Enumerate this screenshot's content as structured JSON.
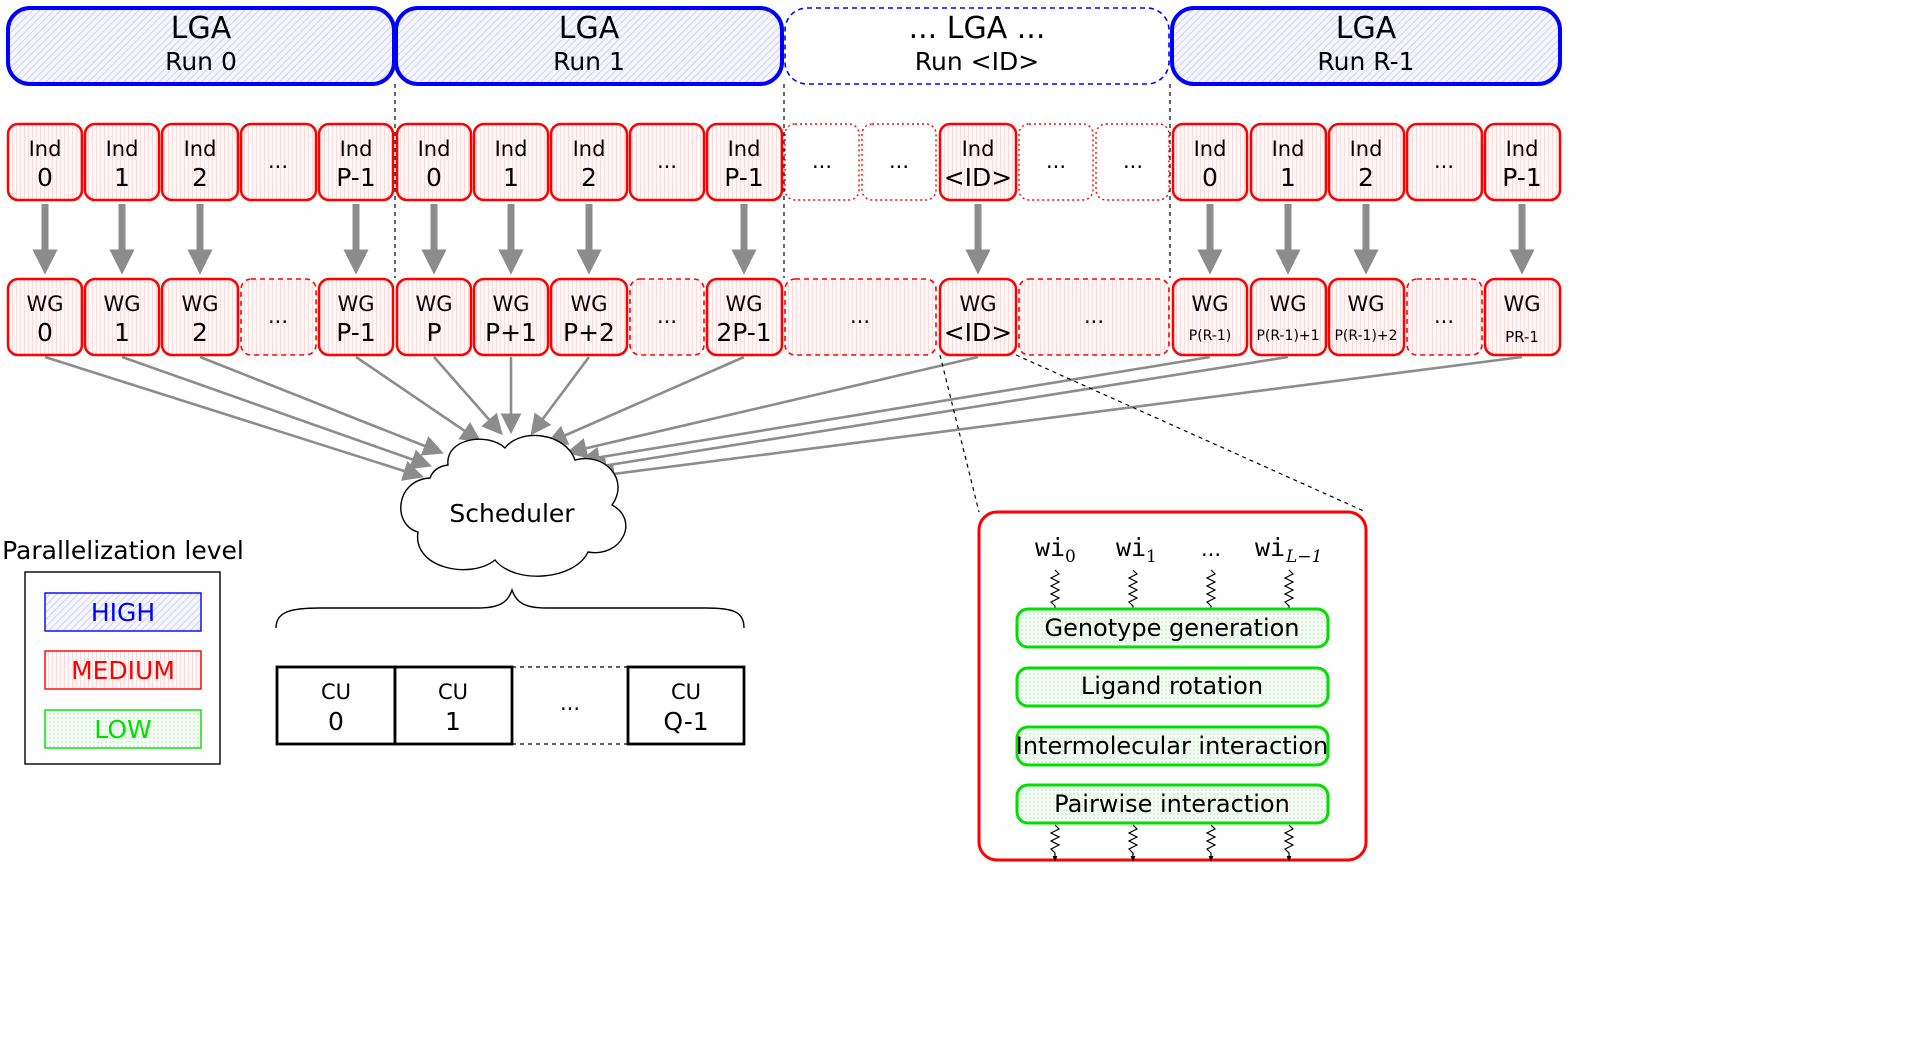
{
  "runs": [
    {
      "title": "LGA",
      "subtitle": "Run 0"
    },
    {
      "title": "LGA",
      "subtitle": "Run 1"
    },
    {
      "title": "... LGA ...",
      "subtitle": "Run <ID>"
    },
    {
      "title": "LGA",
      "subtitle": "Run R-1"
    }
  ],
  "individuals": [
    {
      "l1": "Ind",
      "l2": "0"
    },
    {
      "l1": "Ind",
      "l2": "1"
    },
    {
      "l1": "Ind",
      "l2": "2"
    },
    {
      "l1": "...",
      "l2": ""
    },
    {
      "l1": "Ind",
      "l2": "P-1"
    },
    {
      "l1": "Ind",
      "l2": "0"
    },
    {
      "l1": "Ind",
      "l2": "1"
    },
    {
      "l1": "Ind",
      "l2": "2"
    },
    {
      "l1": "...",
      "l2": ""
    },
    {
      "l1": "Ind",
      "l2": "P-1"
    },
    {
      "l1": "...",
      "l2": ""
    },
    {
      "l1": "...",
      "l2": ""
    },
    {
      "l1": "Ind",
      "l2": "<ID>"
    },
    {
      "l1": "...",
      "l2": ""
    },
    {
      "l1": "...",
      "l2": ""
    },
    {
      "l1": "Ind",
      "l2": "0"
    },
    {
      "l1": "Ind",
      "l2": "1"
    },
    {
      "l1": "Ind",
      "l2": "2"
    },
    {
      "l1": "...",
      "l2": ""
    },
    {
      "l1": "Ind",
      "l2": "P-1"
    }
  ],
  "workgroups": [
    {
      "l1": "WG",
      "l2": "0"
    },
    {
      "l1": "WG",
      "l2": "1"
    },
    {
      "l1": "WG",
      "l2": "2"
    },
    {
      "l1": "...",
      "l2": ""
    },
    {
      "l1": "WG",
      "l2": "P-1"
    },
    {
      "l1": "WG",
      "l2": "P"
    },
    {
      "l1": "WG",
      "l2": "P+1"
    },
    {
      "l1": "WG",
      "l2": "P+2"
    },
    {
      "l1": "...",
      "l2": ""
    },
    {
      "l1": "WG",
      "l2": "2P-1"
    },
    {
      "l1": "...",
      "l2": ""
    },
    {
      "l1": "WG",
      "l2": "<ID>"
    },
    {
      "l1": "...",
      "l2": ""
    },
    {
      "l1": "WG",
      "l2": "P(R-1)"
    },
    {
      "l1": "WG",
      "l2": "P(R-1)+1"
    },
    {
      "l1": "WG",
      "l2": "P(R-1)+2"
    },
    {
      "l1": "...",
      "l2": ""
    },
    {
      "l1": "WG",
      "l2": "PR-1"
    }
  ],
  "scheduler": "Scheduler",
  "compute_units": [
    {
      "l1": "CU",
      "l2": "0"
    },
    {
      "l1": "CU",
      "l2": "1"
    },
    {
      "l1": "...",
      "l2": ""
    },
    {
      "l1": "CU",
      "l2": "Q-1"
    }
  ],
  "legend": {
    "title": "Parallelization level",
    "items": [
      {
        "label": "HIGH",
        "color": "#0000ff"
      },
      {
        "label": "MEDIUM",
        "color": "#ff0000"
      },
      {
        "label": "LOW",
        "color": "#00e000"
      }
    ]
  },
  "workitems": {
    "labels": [
      {
        "base": "wi",
        "sub": "0"
      },
      {
        "base": "wi",
        "sub": "1"
      },
      {
        "base": "...",
        "sub": ""
      },
      {
        "base": "wi",
        "sub": "L−1"
      }
    ],
    "tasks": [
      "Genotype generation",
      "Ligand rotation",
      "Intermolecular interaction",
      "Pairwise interaction"
    ]
  },
  "colors": {
    "high": "#0000ff",
    "medium": "#ff0000",
    "low": "#00e000",
    "arrow": "#8c8c8c"
  }
}
